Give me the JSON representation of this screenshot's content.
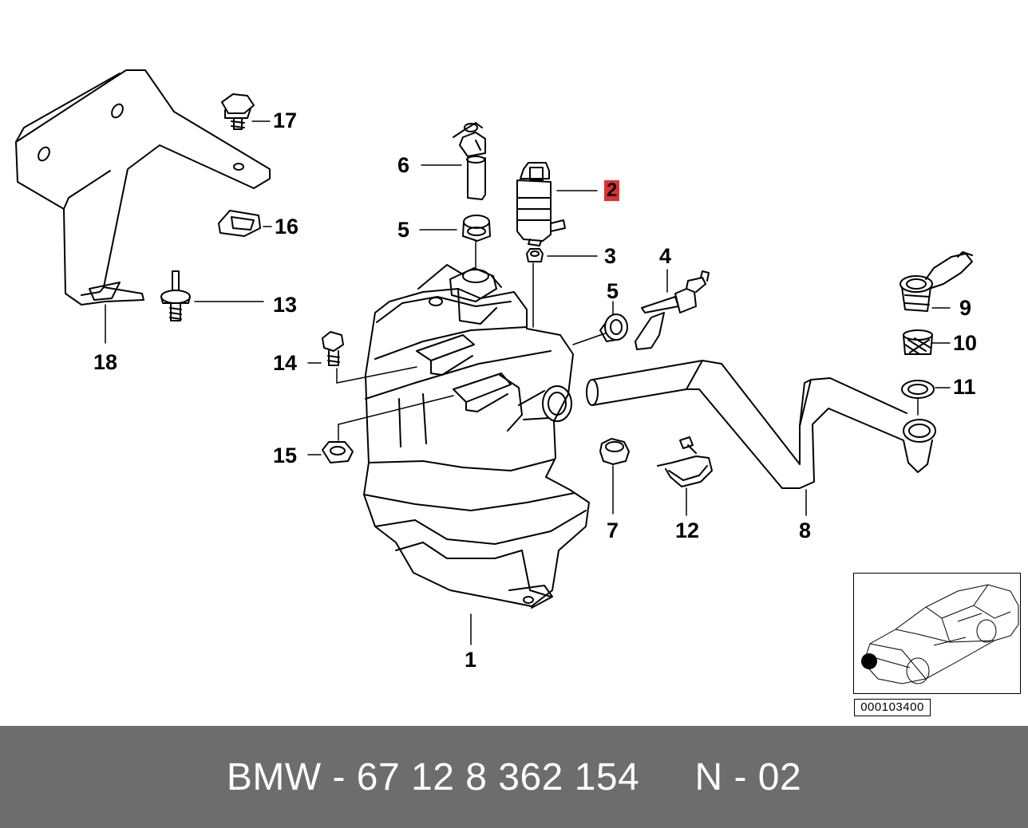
{
  "diagram": {
    "callouts": [
      {
        "id": "1",
        "text": "1"
      },
      {
        "id": "2",
        "text": "2",
        "highlighted": true
      },
      {
        "id": "3",
        "text": "3"
      },
      {
        "id": "4",
        "text": "4"
      },
      {
        "id": "5a",
        "text": "5"
      },
      {
        "id": "5b",
        "text": "5"
      },
      {
        "id": "6",
        "text": "6"
      },
      {
        "id": "7",
        "text": "7"
      },
      {
        "id": "8",
        "text": "8"
      },
      {
        "id": "9",
        "text": "9"
      },
      {
        "id": "10",
        "text": "10"
      },
      {
        "id": "11",
        "text": "11"
      },
      {
        "id": "12",
        "text": "12"
      },
      {
        "id": "13",
        "text": "13"
      },
      {
        "id": "14",
        "text": "14"
      },
      {
        "id": "15",
        "text": "15"
      },
      {
        "id": "16",
        "text": "16"
      },
      {
        "id": "17",
        "text": "17"
      },
      {
        "id": "18",
        "text": "18"
      }
    ],
    "highlight_color": "#e03030",
    "reference_code": "000103400"
  },
  "footer": {
    "text": "BMW - 67 12 8 362 154     N - 02",
    "background_color": "#6d6d6d"
  }
}
